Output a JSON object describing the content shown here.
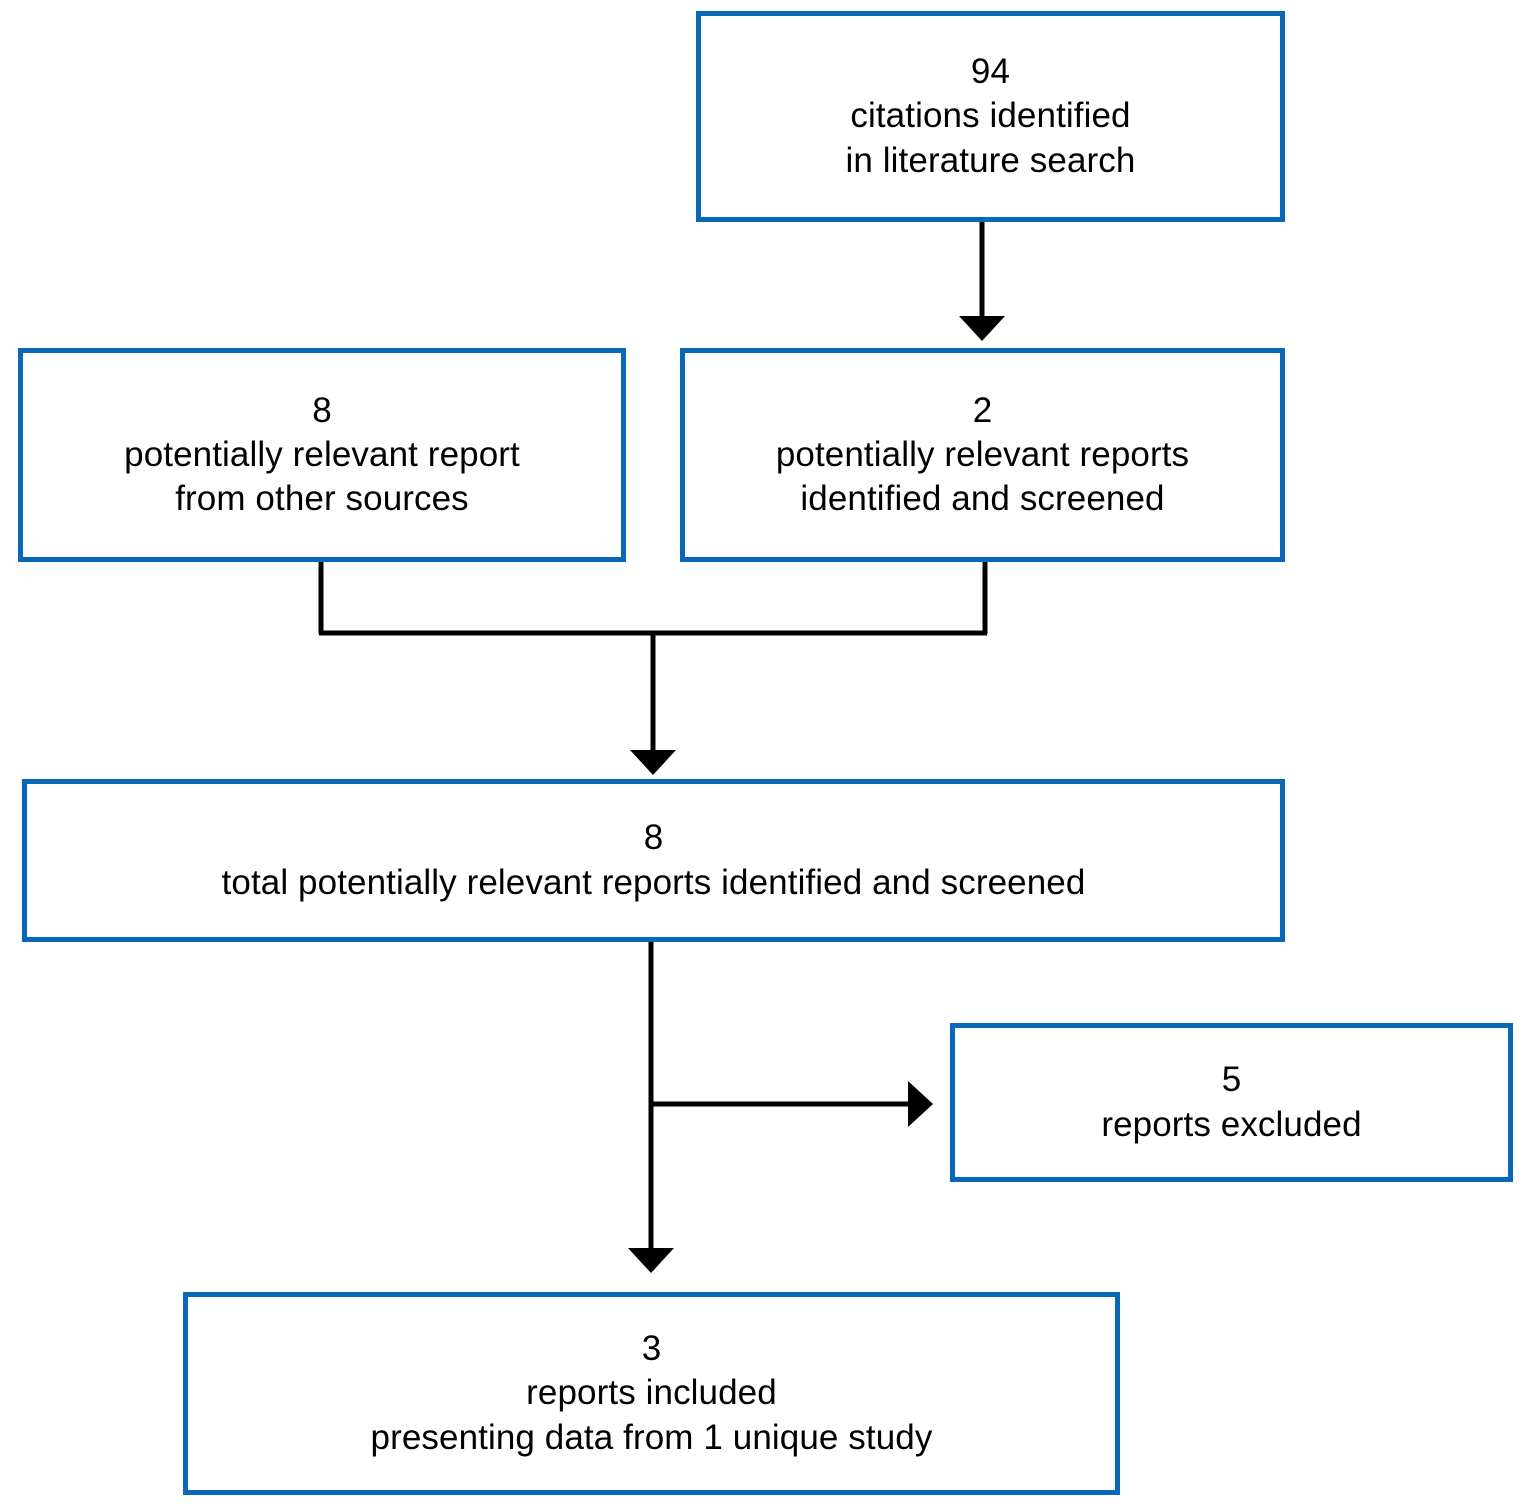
{
  "diagram": {
    "title": "Study selection flow diagram",
    "type": "flowchart",
    "accent_color": "#0a68b8",
    "connector_color": "#000000",
    "background_color": "#ffffff"
  },
  "nodes": {
    "identified": {
      "count": "94",
      "line2": "citations identified",
      "line3": "in literature search"
    },
    "other_sources": {
      "count": "8",
      "line2": "potentially relevant report",
      "line3": "from other sources"
    },
    "screened": {
      "count": "2",
      "line2": "potentially relevant reports",
      "line3": "identified and screened"
    },
    "total_screened": {
      "count": "8",
      "line2": "total potentially relevant reports identified and screened"
    },
    "excluded": {
      "count": "5",
      "line2": "reports excluded"
    },
    "included": {
      "count": "3",
      "line2": "reports included",
      "line3": "presenting data from 1 unique study"
    }
  },
  "connectors": [
    {
      "name": "identified-to-screened",
      "kind": "arrow-down"
    },
    {
      "name": "other-sources-to-merge",
      "kind": "elbow"
    },
    {
      "name": "screened-to-merge",
      "kind": "elbow"
    },
    {
      "name": "merge-to-total-screened",
      "kind": "arrow-down"
    },
    {
      "name": "total-screened-to-excluded",
      "kind": "arrow-right"
    },
    {
      "name": "total-screened-to-included",
      "kind": "arrow-down"
    }
  ]
}
